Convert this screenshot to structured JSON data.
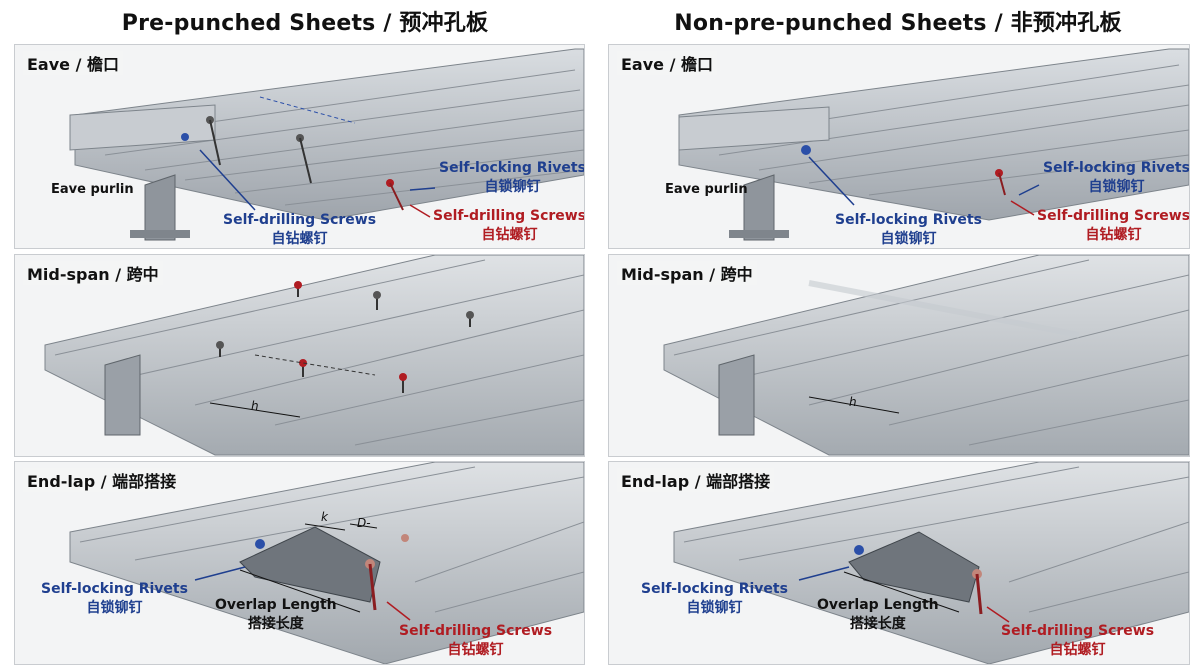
{
  "columns": [
    {
      "title": "Pre-punched Sheets / 预冲孔板"
    },
    {
      "title": "Non-pre-punched Sheets / 非预冲孔板"
    }
  ],
  "rows": [
    {
      "label": "Eave / 檐口"
    },
    {
      "label": "Mid-span / 跨中"
    },
    {
      "label": "End-lap / 端部搭接"
    }
  ],
  "callouts": {
    "eave_purlin": "Eave purlin",
    "self_drilling_en": "Self-drilling Screws",
    "self_drilling_zh": "自钻螺钉",
    "self_locking_en": "Self-locking Rivets",
    "self_locking_zh": "自锁铆钉",
    "overlap_en": "Overlap Length",
    "overlap_zh": "搭接长度"
  },
  "dimensions": {
    "h": "h",
    "k": "k",
    "d": "D-"
  },
  "colors": {
    "blue": "#1f3f8f",
    "red": "#b01c22",
    "steel": "#b9bec4",
    "border": "#c9ccd0"
  }
}
